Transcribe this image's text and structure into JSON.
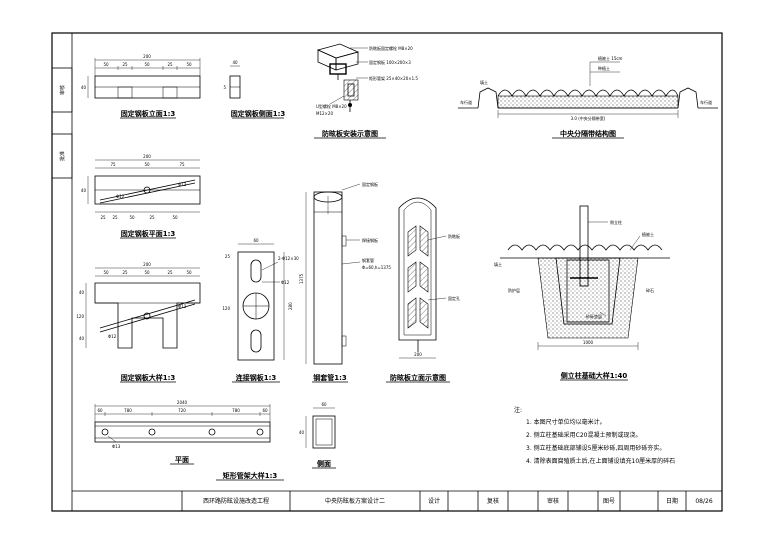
{
  "left_tabs": [
    "审核",
    "批准"
  ],
  "captions": {
    "fixed_front": "固定钢板立面1:3",
    "fixed_side": "固定钢板侧面1:3",
    "install": "防眩板安装示意图",
    "median": "中央分隔带结构图",
    "fixed_plan": "固定钢板平面1:3",
    "fixed_detail": "固定钢板大样1:3",
    "connect_plate": "连接钢板1:3",
    "sleeve": "钢套管1:3",
    "panel_elev": "防眩板立面示意图",
    "post_foundation": "侧立柱基础大样1:40",
    "rect_tube": "矩形管架大样1:3",
    "plan": "平面",
    "side": "侧面"
  },
  "labels": {
    "install_l1": "防眩板固定螺栓 M8×20",
    "install_l2": "固定钢板 100×200×3",
    "install_l3": "矩形管架 25×40×20×1.5",
    "install_l4": "U型螺栓 M8×20",
    "install_l5": "M12×20",
    "median_l1": "植被土 15cm",
    "median_l2": "种植土",
    "median_l3": "填土",
    "median_l4": "车行道",
    "median_l5": "车行道",
    "median_l6": "3.0 (中央分隔带宽)",
    "sleeve_l1": "固定钢板",
    "sleeve_l2": "焊接钢板",
    "sleeve_l3": "钢套管",
    "sleeve_l4": "Φ=60,h=1375",
    "panel_l1": "防眩板",
    "panel_l2": "固定孔",
    "found_l1": "侧立柱",
    "found_l2": "植被土",
    "found_l3": "砂砾垫层",
    "found_l4": "填土",
    "found_l5": "碎石",
    "found_l6": "防护层"
  },
  "dims": {
    "fixed_front": [
      "200",
      "50",
      "25",
      "50",
      "25",
      "50",
      "40"
    ],
    "fixed_side": [
      "40",
      "5"
    ],
    "fixed_plan": [
      "200",
      "75",
      "50",
      "75",
      "25",
      "25",
      "50",
      "25",
      "50",
      "40",
      "Φ12",
      "Φ12"
    ],
    "fixed_detail": [
      "200",
      "50",
      "25",
      "50",
      "25",
      "50",
      "120",
      "40",
      "40",
      "Φ12",
      "Φ12"
    ],
    "connect": [
      "60",
      "25",
      "2-Φ12×30",
      "Φ12",
      "280",
      "120"
    ],
    "sleeve": [
      "1375"
    ],
    "panel": [
      "200"
    ],
    "foundation": [
      "1000"
    ],
    "rect_tube": [
      "2040",
      "60",
      "780",
      "720",
      "780",
      "60",
      "Φ13"
    ],
    "side": [
      "60",
      "40"
    ]
  },
  "notes": {
    "title": "注:",
    "items": [
      "1. 本图尺寸单位均以毫米计。",
      "2. 侧立柱基础采用C20混凝土预制或现浇。",
      "3. 侧立柱基础底部铺设5厘米砂砾,四周用砂砾夯实。",
      "4. 清除表面腐殖质土后,在上面铺设填充10厘米厚的碎石"
    ]
  },
  "title_block": {
    "project": "西环路防眩设施改造工程",
    "drawing": "中央防眩板方案设计二",
    "design": "设计",
    "review": "复核",
    "audit": "审核",
    "drawing_no_label": "图号",
    "date_label": "日期",
    "sheet": "08/26"
  }
}
